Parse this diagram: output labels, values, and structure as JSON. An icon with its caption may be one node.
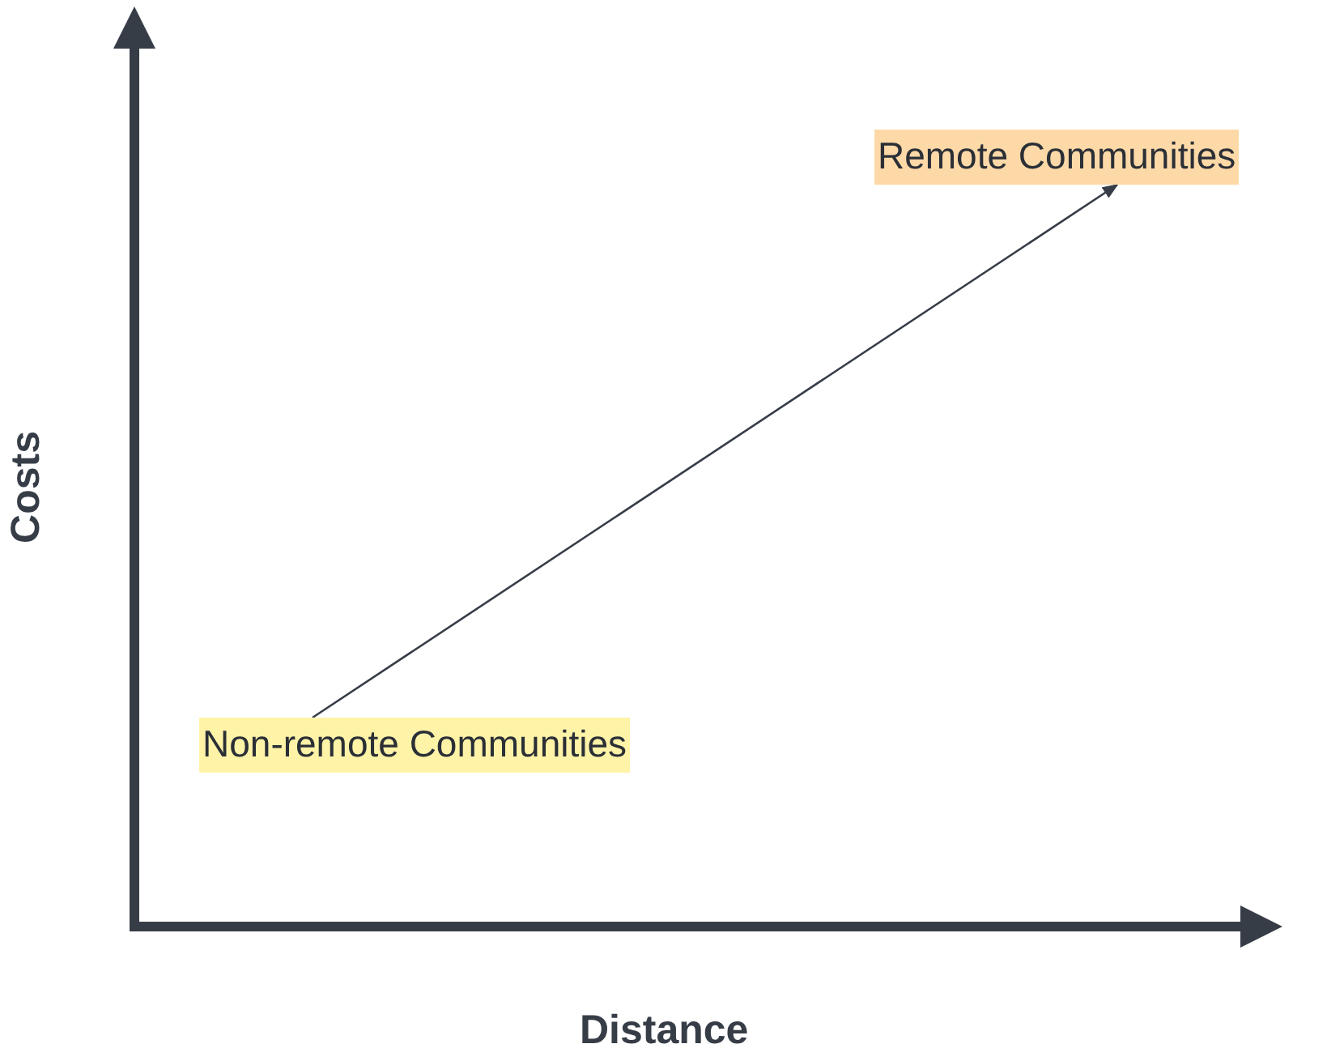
{
  "diagram": {
    "nodes": [
      {
        "text": [
          "Remote Communities"
        ]
      },
      {
        "text": [
          "Non-remote Communities"
        ]
      }
    ],
    "edges": [
      {
        "from": 1,
        "to": 0,
        "arrow": "to"
      }
    ],
    "labels": [
      "Costs",
      "Distance"
    ]
  }
}
